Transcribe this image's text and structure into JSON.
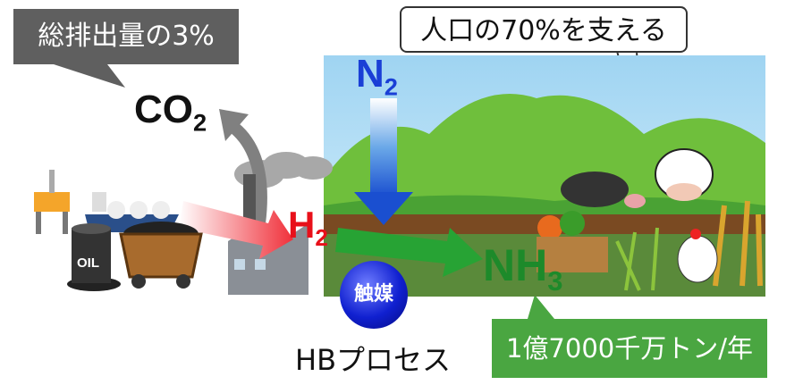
{
  "callouts": {
    "emissions": "総排出量の3%",
    "population": "人口の70%を支える",
    "production": "1億7000千万トン/年"
  },
  "molecules": {
    "co2": {
      "main": "CO",
      "sub": "2"
    },
    "n2": {
      "main": "N",
      "sub": "2"
    },
    "h2": {
      "main": "H",
      "sub": "2"
    },
    "nh3": {
      "main": "NH",
      "sub": "3"
    }
  },
  "catalyst_label": "触媒",
  "process_label": "HBプロセス",
  "barrel_label": "OIL",
  "colors": {
    "co2_callout": "#5f5f5f",
    "n2": "#1a3fd6",
    "h2": "#e8101a",
    "nh3": "#1d8a2a",
    "production_box": "#4aa641"
  }
}
